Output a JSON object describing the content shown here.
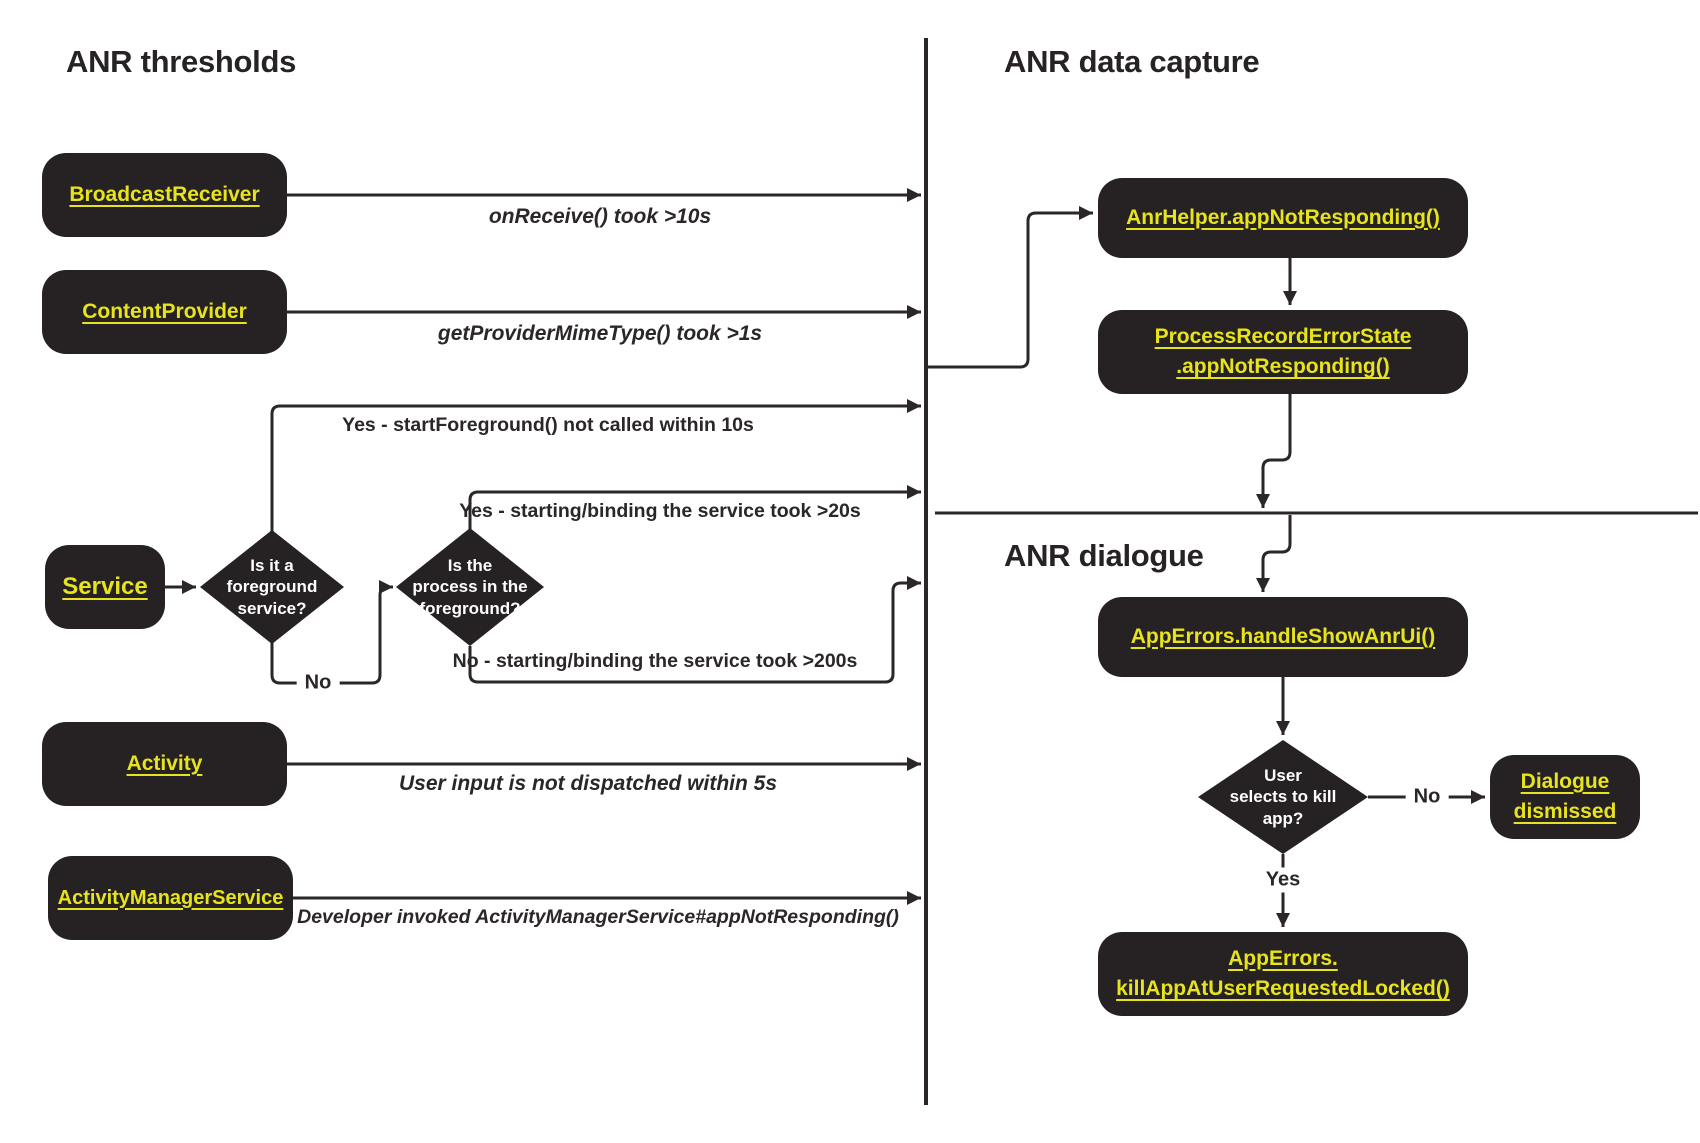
{
  "headings": {
    "thresholds": "ANR thresholds",
    "data_capture": "ANR data capture",
    "dialogue": "ANR dialogue"
  },
  "nodes": {
    "broadcast_receiver": "BroadcastReceiver",
    "content_provider": "ContentProvider",
    "service": "Service",
    "activity": "Activity",
    "activity_manager_service": "ActivityManagerService",
    "anr_helper": "AnrHelper.appNotResponding()",
    "process_record_error_state": "ProcessRecordErrorState\n.appNotResponding()",
    "handle_show_anr_ui": "AppErrors.handleShowAnrUi()",
    "dialogue_dismissed": "Dialogue\ndismissed",
    "kill_app": "AppErrors.\nkillAppAtUserRequestedLocked()"
  },
  "decisions": {
    "is_foreground_service": "Is it a\nforeground\nservice?",
    "is_process_foreground": "Is the\nprocess in the\nforeground?",
    "user_selects_kill": "User\nselects to kill\napp?"
  },
  "edge_labels": {
    "on_receive": "onReceive() took >10s",
    "get_provider_mime_type": "getProviderMimeType() took >1s",
    "start_foreground": "Yes - startForeground() not called within 10s",
    "binding_20s": "Yes - starting/binding the service took >20s",
    "binding_200s": "No - starting/binding the service took >200s",
    "user_input": "User input is not dispatched within 5s",
    "developer_invoked": "Developer invoked ActivityManagerService#appNotResponding()"
  },
  "branch_labels": {
    "no": "No",
    "yes": "Yes"
  },
  "colors": {
    "node_fill": "#262223",
    "link_text": "#e7e31c",
    "line": "#2b2627",
    "background": "#ffffff"
  }
}
